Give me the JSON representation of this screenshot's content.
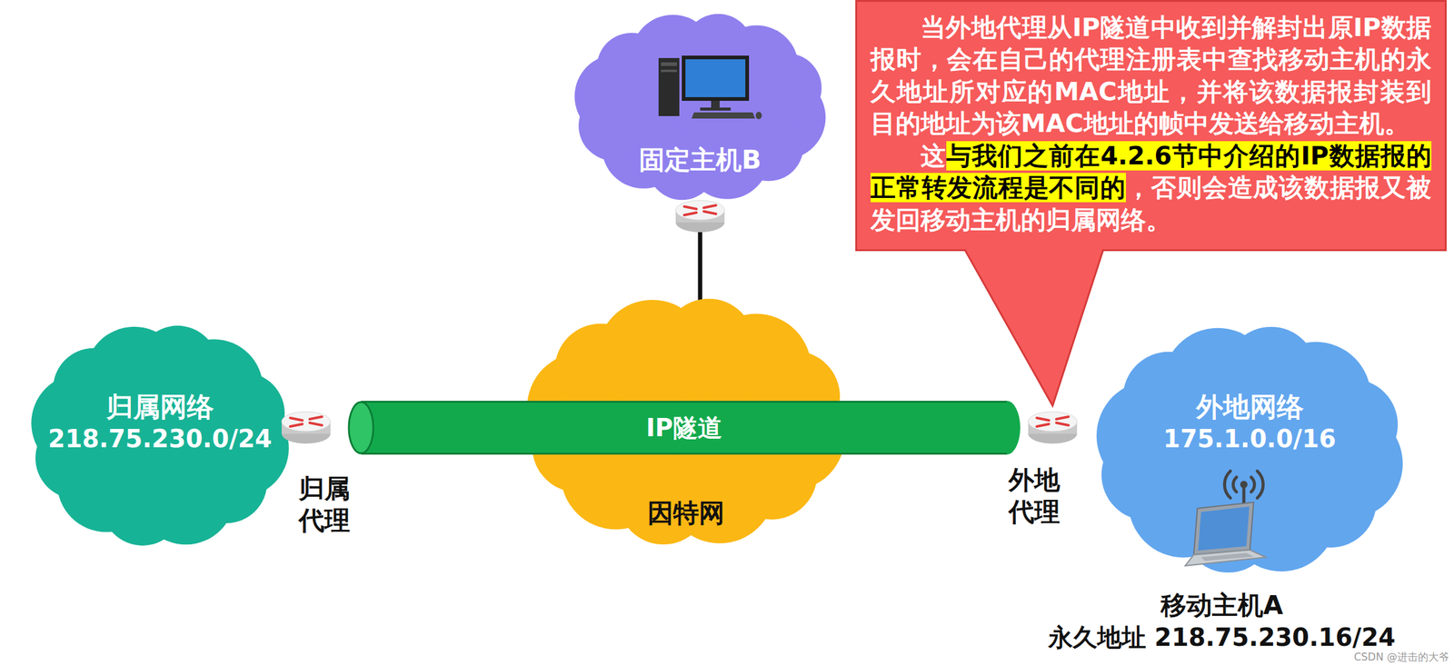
{
  "diagram": {
    "nodes": [
      {
        "text": [
          "固定主机B"
        ]
      },
      {
        "text": [
          "当外地代理从IP隧道中收到并解封出原IP数据报时，会在自己的代理注册表中查找移动主机的永久地址所对应的MAC地址，并将该数据报封装到目的地址为该MAC地址的帧中发送给移动主机。",
          "这",
          "与我们之前在4.2.6节中介绍的IP数据报的正常转发流程是不同的",
          "，否则会造成该数据报又被发回移动主机的归属网络。"
        ]
      },
      {
        "text": [
          "归属网络",
          "218.75.230.0/24"
        ]
      },
      {
        "text": [
          "归属 代理"
        ]
      },
      {
        "text": [
          "因特网"
        ]
      },
      {
        "text": [
          "IP隧道"
        ]
      },
      {
        "text": [
          "外地 代理"
        ]
      },
      {
        "text": [
          "外地网络",
          "175.1.0.0/16"
        ]
      },
      {
        "text": [
          "移动主机A",
          "永久地址 218.75.230.16/24"
        ]
      }
    ],
    "edges": [
      {
        "from": 0,
        "to": 4,
        "arrow": "none"
      }
    ],
    "labels": [
      "CSDN @进击的大爷"
    ]
  }
}
